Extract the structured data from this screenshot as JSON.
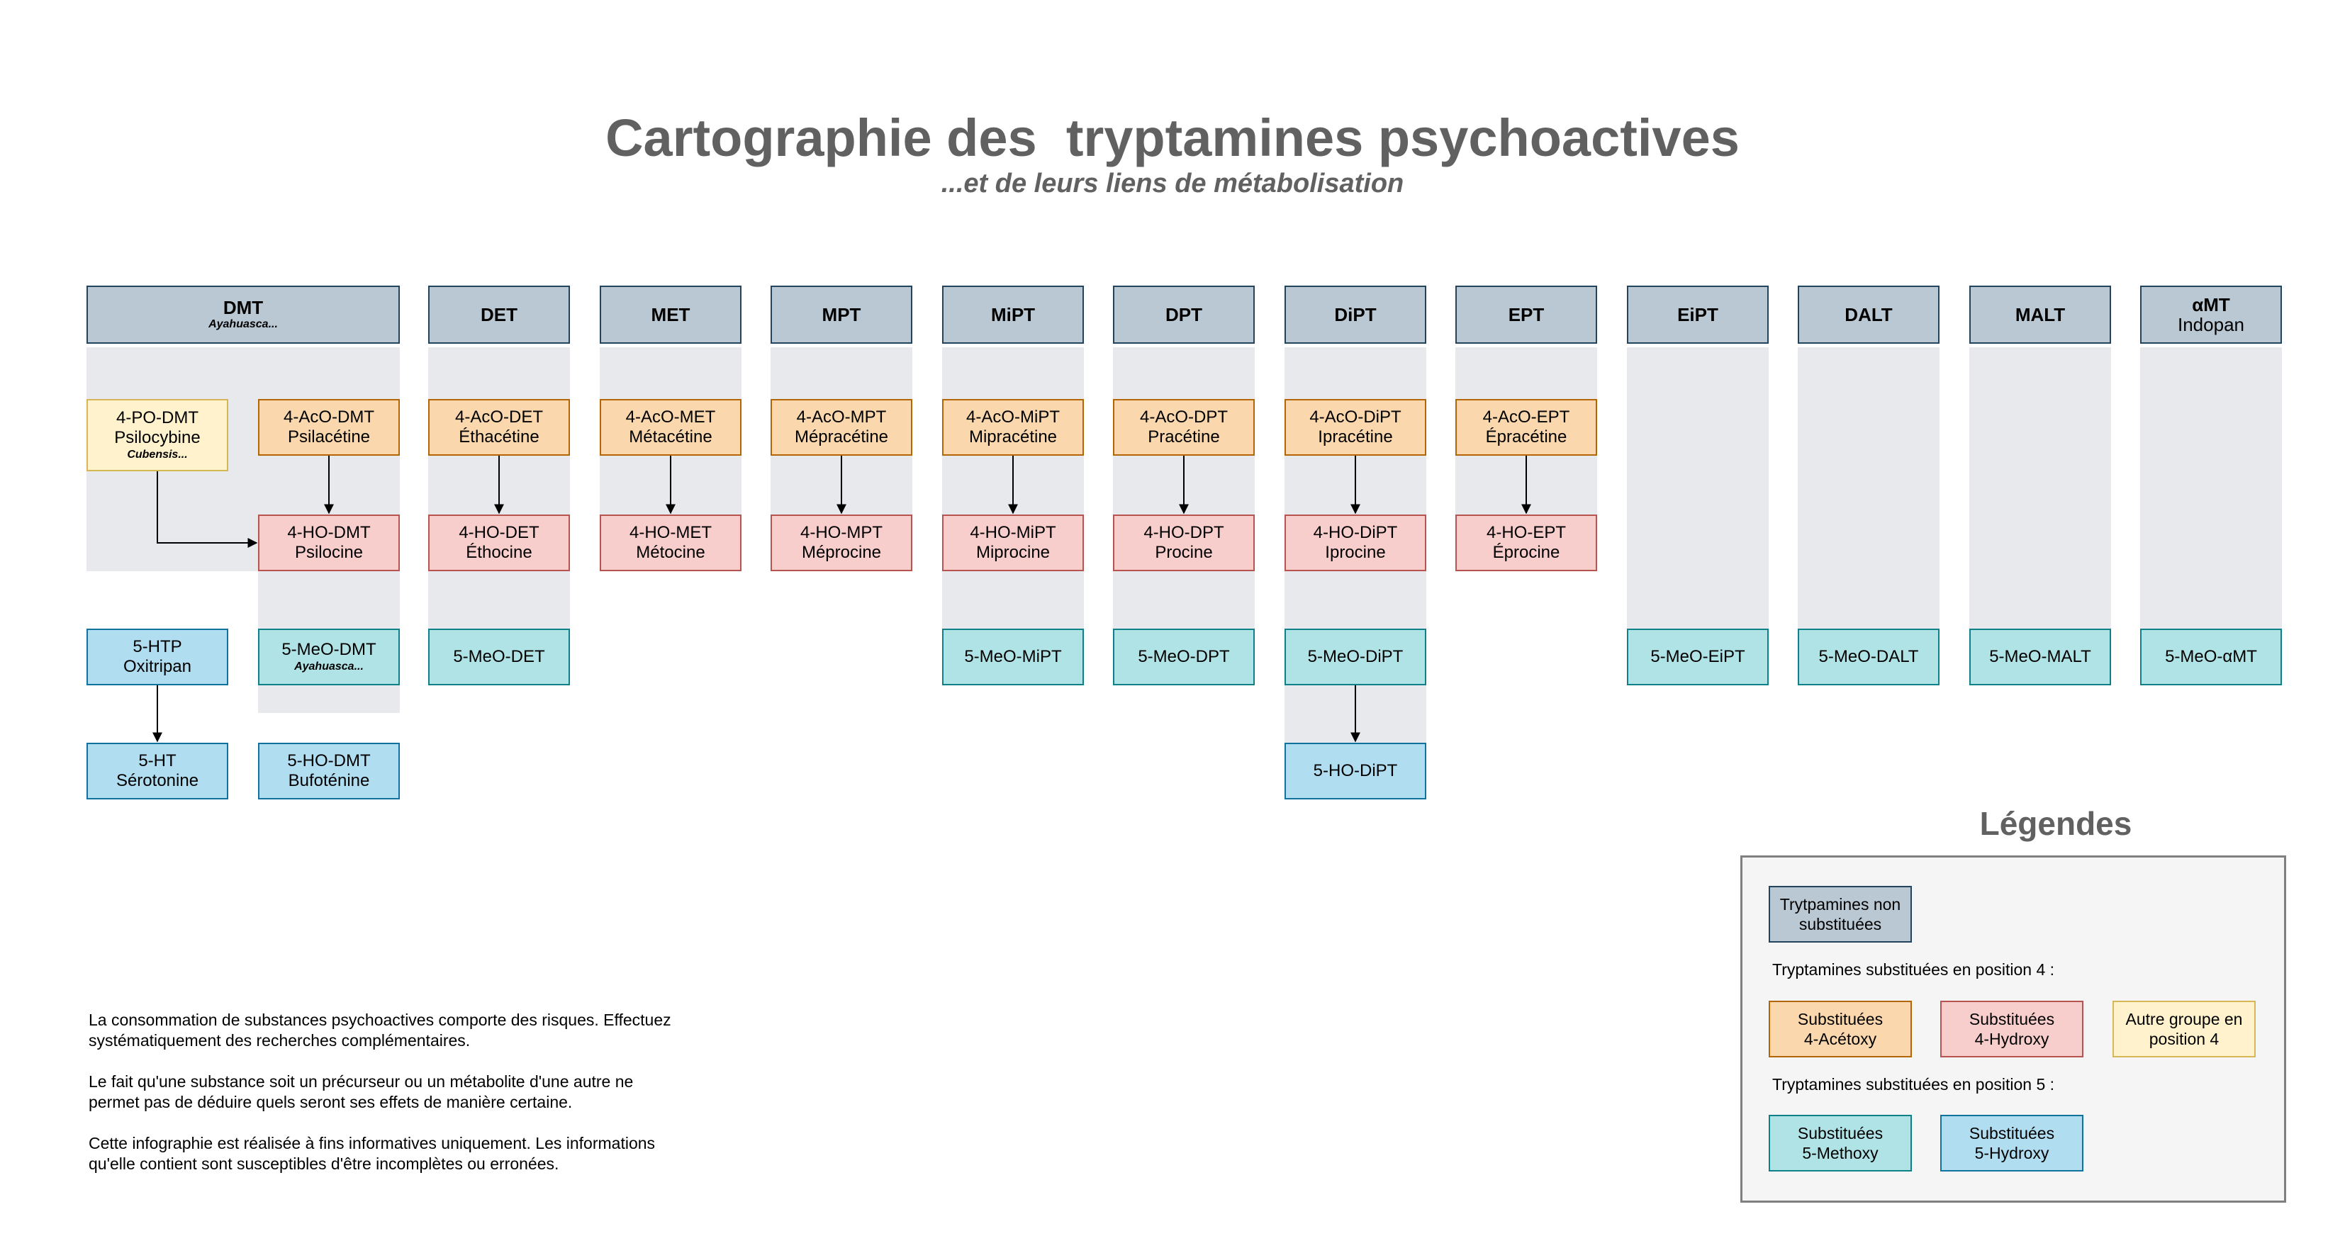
{
  "title": "Cartographie des  tryptamines psychoactives",
  "subtitle": "...et de leurs liens de métabolisation",
  "columns": [
    {
      "name": "DMT",
      "sub": "Ayahuasca..."
    },
    {
      "name": "DET"
    },
    {
      "name": "MET"
    },
    {
      "name": "MPT"
    },
    {
      "name": "MiPT"
    },
    {
      "name": "DPT"
    },
    {
      "name": "DiPT"
    },
    {
      "name": "EPT"
    },
    {
      "name": "EiPT"
    },
    {
      "name": "DALT"
    },
    {
      "name": "MALT"
    },
    {
      "name": "αMT",
      "alt": "Indopan"
    }
  ],
  "compounds": {
    "po_dmt": {
      "l1": "4-PO-DMT",
      "l2": "Psilocybine",
      "sub": "Cubensis..."
    },
    "aco_dmt": {
      "l1": "4-AcO-DMT",
      "l2": "Psilacétine"
    },
    "aco_det": {
      "l1": "4-AcO-DET",
      "l2": "Éthacétine"
    },
    "aco_met": {
      "l1": "4-AcO-MET",
      "l2": "Métacétine"
    },
    "aco_mpt": {
      "l1": "4-AcO-MPT",
      "l2": "Mépracétine"
    },
    "aco_mipt": {
      "l1": "4-AcO-MiPT",
      "l2": "Mipracétine"
    },
    "aco_dpt": {
      "l1": "4-AcO-DPT",
      "l2": "Pracétine"
    },
    "aco_dipt": {
      "l1": "4-AcO-DiPT",
      "l2": "Ipracétine"
    },
    "aco_ept": {
      "l1": "4-AcO-EPT",
      "l2": "Épracétine"
    },
    "ho_dmt": {
      "l1": "4-HO-DMT",
      "l2": "Psilocine"
    },
    "ho_det": {
      "l1": "4-HO-DET",
      "l2": "Éthocine"
    },
    "ho_met": {
      "l1": "4-HO-MET",
      "l2": "Métocine"
    },
    "ho_mpt": {
      "l1": "4-HO-MPT",
      "l2": "Méprocine"
    },
    "ho_mipt": {
      "l1": "4-HO-MiPT",
      "l2": "Miprocine"
    },
    "ho_dpt": {
      "l1": "4-HO-DPT",
      "l2": "Procine"
    },
    "ho_dipt": {
      "l1": "4-HO-DiPT",
      "l2": "Iprocine"
    },
    "ho_ept": {
      "l1": "4-HO-EPT",
      "l2": "Éprocine"
    },
    "htp": {
      "l1": "5-HTP",
      "l2": "Oxitripan"
    },
    "ht": {
      "l1": "5-HT",
      "l2": "Sérotonine"
    },
    "meo_dmt": {
      "l1": "5-MeO-DMT",
      "sub": "Ayahuasca..."
    },
    "ho5_dmt": {
      "l1": "5-HO-DMT",
      "l2": "Bufoténine"
    },
    "meo_det": {
      "l1": "5-MeO-DET"
    },
    "meo_mipt": {
      "l1": "5-MeO-MiPT"
    },
    "meo_dpt": {
      "l1": "5-MeO-DPT"
    },
    "meo_dipt": {
      "l1": "5-MeO-DiPT"
    },
    "ho5_dipt": {
      "l1": "5-HO-DiPT"
    },
    "meo_eipt": {
      "l1": "5-MeO-EiPT"
    },
    "meo_dalt": {
      "l1": "5-MeO-DALT"
    },
    "meo_malt": {
      "l1": "5-MeO-MALT"
    },
    "meo_amt": {
      "l1": "5-MeO-αMT"
    }
  },
  "disclaimer": [
    "La consommation de substances psychoactives comporte des risques. Effectuez systématiquement des recherches complémentaires.",
    "Le fait qu'une substance soit un précurseur ou un métabolite d'une autre ne permet pas de déduire quels seront ses effets de manière certaine.",
    "Cette infographie est réalisée à fins informatives uniquement. Les informations qu'elle contient sont susceptibles d'être incomplètes ou erronées."
  ],
  "legend": {
    "title": "Légendes",
    "unsubstituted": {
      "l1": "Trytpamines non",
      "l2": "substituées"
    },
    "pos4_label": "Tryptamines substituées en position 4 :",
    "acetoxy": {
      "l1": "Substituées",
      "l2": "4-Acétoxy"
    },
    "hydroxy4": {
      "l1": "Substituées",
      "l2": "4-Hydroxy"
    },
    "other4": {
      "l1": "Autre groupe en",
      "l2": "position 4"
    },
    "pos5_label": "Tryptamines substituées en position 5 :",
    "methoxy": {
      "l1": "Substituées",
      "l2": "5-Methoxy"
    },
    "hydroxy5": {
      "l1": "Substituées",
      "l2": "5-Hydroxy"
    }
  },
  "colors": {
    "header_fill": "#bac8d3",
    "acetoxy_fill": "#fad7ac",
    "hydroxy4_fill": "#f8cecc",
    "other4_fill": "#fff2cc",
    "methoxy_fill": "#b0e3e6",
    "hydroxy5_fill": "#b1ddf0",
    "column_bg": "#e7e9ec",
    "title_gray": "#616161"
  }
}
